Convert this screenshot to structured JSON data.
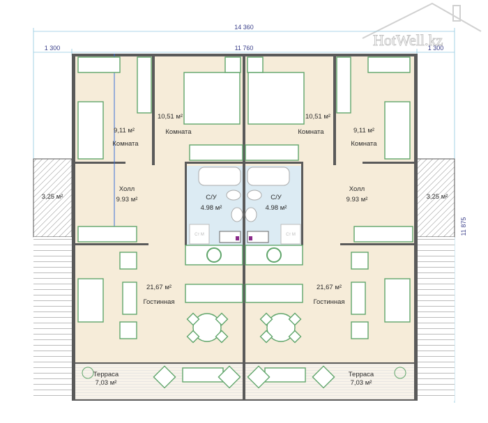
{
  "watermark": "HotWell.kz",
  "dimensions": {
    "total_width": "14 360",
    "left_offset": "1 300",
    "main_width": "11 760",
    "right_offset": "1 300",
    "total_depth": "11 875"
  },
  "rooms": {
    "left": {
      "bedroom_small": {
        "area": "9,11 м²",
        "name": "Комната"
      },
      "bedroom_large": {
        "area": "10,51 м²",
        "name": "Комната"
      },
      "hall": {
        "name": "Холл",
        "area": "9.93 м²"
      },
      "balcony": {
        "area": "3,25 м²"
      },
      "bathroom": {
        "name": "С/У",
        "area": "4.98 м²",
        "washer": "Ст М"
      },
      "living": {
        "area": "21,67 м²",
        "name": "Гостинная"
      },
      "terrace": {
        "name": "Терраса",
        "area": "7,03 м²"
      }
    },
    "right": {
      "bedroom_small": {
        "area": "9,11 м²",
        "name": "Комната"
      },
      "bedroom_large": {
        "area": "10,51 м²",
        "name": "Комната"
      },
      "hall": {
        "name": "Холл",
        "area": "9.93 м²"
      },
      "balcony": {
        "area": "3,25 м²"
      },
      "bathroom": {
        "name": "С/У",
        "area": "4.98 м²",
        "washer": "Ст М"
      },
      "living": {
        "area": "21,67 м²",
        "name": "Гостинная"
      },
      "terrace": {
        "name": "Терраса",
        "area": "7,03 м²"
      }
    }
  },
  "colors": {
    "floor": "#f6ecd9",
    "bath": "#dcebf3",
    "furniture": "#5fa56a",
    "dimension": "#8fc8e0"
  }
}
